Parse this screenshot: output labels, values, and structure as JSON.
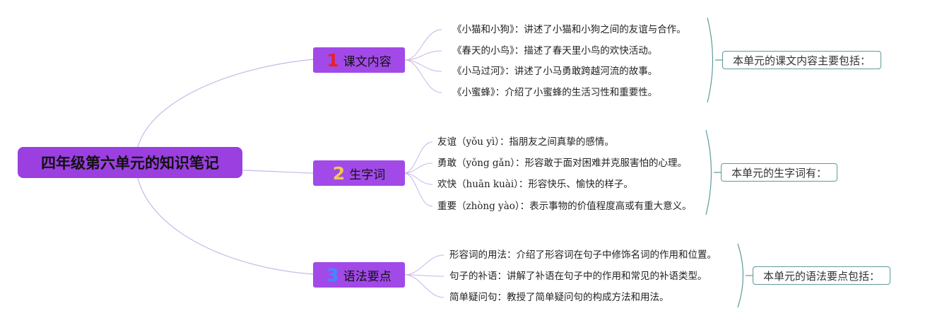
{
  "root": {
    "title": "四年级第六单元的知识笔记"
  },
  "branches": [
    {
      "number": "1",
      "number_color": "#e8202a",
      "label": "课文内容",
      "summary": "本单元的课文内容主要包括：",
      "items": [
        {
          "text": "《小猫和小狗》：讲述了小猫和小狗之间的友谊与合作。"
        },
        {
          "text": "《春天的小鸟》：描述了春天里小鸟的欢快活动。"
        },
        {
          "text": "《小马过河》：讲述了小马勇敢跨越河流的故事。"
        },
        {
          "text": "《小蜜蜂》：介绍了小蜜蜂的生活习性和重要性。"
        }
      ]
    },
    {
      "number": "2",
      "number_color": "#f2c94c",
      "label": "生字词",
      "summary": "本单元的生字词有：",
      "items": [
        {
          "word": "友谊",
          "pinyin": "（yǒu yì）",
          "text": "：指朋友之间真挚的感情。"
        },
        {
          "word": "勇敢",
          "pinyin": "（yǒng gǎn）",
          "text": "：形容敢于面对困难并克服害怕的心理。"
        },
        {
          "word": "欢快",
          "pinyin": "（huān kuài）",
          "text": "：形容快乐、愉快的样子。"
        },
        {
          "word": "重要",
          "pinyin": "（zhòng yào）",
          "text": "：表示事物的价值程度高或有重大意义。"
        }
      ]
    },
    {
      "number": "3",
      "number_color": "#3d8bff",
      "label": "语法要点",
      "summary": "本单元的语法要点包括：",
      "items": [
        {
          "text": "形容词的用法：介绍了形容词在句子中修饰名词的作用和位置。"
        },
        {
          "text": "句子的补语：讲解了补语在句子中的作用和常见的补语类型。"
        },
        {
          "text": "简单疑问句：教授了简单疑问句的构成方法和用法。"
        }
      ]
    }
  ],
  "colors": {
    "root": "#9b3fe0",
    "branch": "#a24ae8",
    "line": "#c9b6e8",
    "bracket": "#5e9a97"
  }
}
